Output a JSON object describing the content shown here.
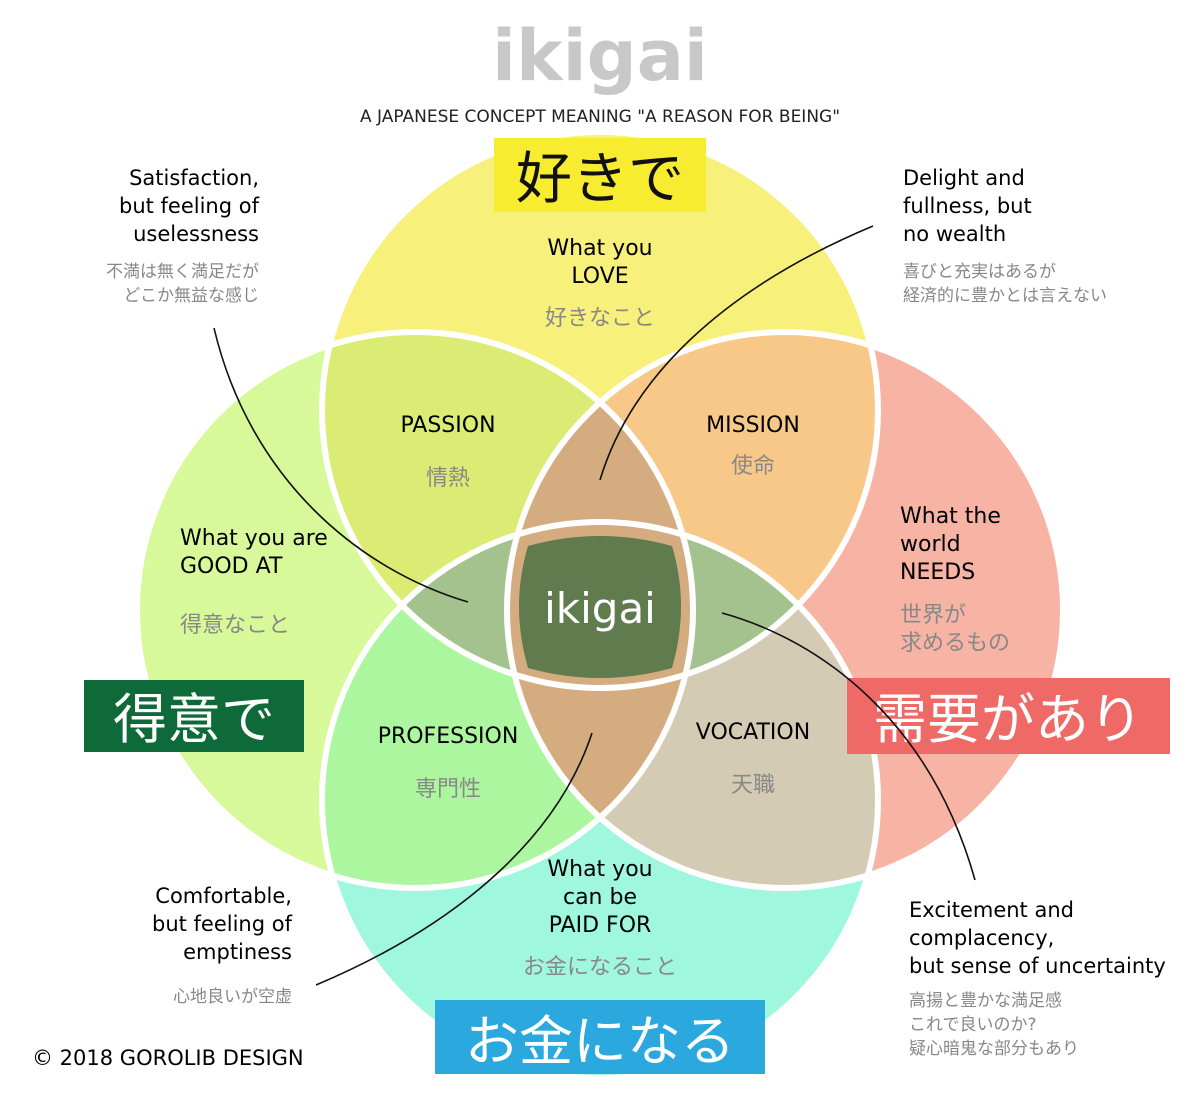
{
  "title": "ikigai",
  "subtitle": "A JAPANESE CONCEPT MEANING \"A REASON FOR BEING\"",
  "credit": "© 2018 GOROLIB DESIGN",
  "colors": {
    "love": "#f7f07a",
    "good": "#d7f99a",
    "world": "#f7b3a3",
    "paid": "#9ff7de",
    "passion": "#dbec74",
    "mission": "#f8c889",
    "profession": "#acf6a0",
    "vocation": "#d4cbb4",
    "center": "#607b4d",
    "banner_top": "#f8ec31",
    "banner_left": "#0e6a39",
    "banner_right": "#ef6a67",
    "banner_bottom": "#2ba8de"
  },
  "banners": {
    "top": "好きで",
    "left": "得意で",
    "right": "需要があり",
    "bottom": "お金になる"
  },
  "center_label": "ikigai",
  "circles": {
    "love": {
      "en": [
        "What you",
        "LOVE"
      ],
      "jp": "好きなこと"
    },
    "good": {
      "en": [
        "What you are",
        "GOOD AT"
      ],
      "jp": "得意なこと"
    },
    "world": {
      "en": [
        "What the",
        "world",
        "NEEDS"
      ],
      "jp": [
        "世界が",
        "求めるもの"
      ]
    },
    "paid": {
      "en": [
        "What you",
        "can be",
        "PAID FOR"
      ],
      "jp": "お金になること"
    }
  },
  "overlaps": {
    "passion": {
      "en": "PASSION",
      "jp": "情熱"
    },
    "mission": {
      "en": "MISSION",
      "jp": "使命"
    },
    "profession": {
      "en": "PROFESSION",
      "jp": "専門性"
    },
    "vocation": {
      "en": "VOCATION",
      "jp": "天職"
    }
  },
  "notes": {
    "top_left": {
      "en": [
        "Satisfaction,",
        "but feeling of",
        "uselessness"
      ],
      "jp": [
        "不満は無く満足だが",
        "どこか無益な感じ"
      ]
    },
    "top_right": {
      "en": [
        "Delight and",
        "fullness, but",
        "no wealth"
      ],
      "jp": [
        "喜びと充実はあるが",
        "経済的に豊かとは言えない"
      ]
    },
    "bottom_left": {
      "en": [
        "Comfortable,",
        "but feeling of",
        "emptiness"
      ],
      "jp": [
        "心地良いが空虚"
      ]
    },
    "bottom_right": {
      "en": [
        "Excitement and",
        "complacency,",
        "but sense of uncertainty"
      ],
      "jp": [
        "高揚と豊かな満足感",
        "これで良いのか?",
        "疑心暗鬼な部分もあり"
      ]
    }
  }
}
